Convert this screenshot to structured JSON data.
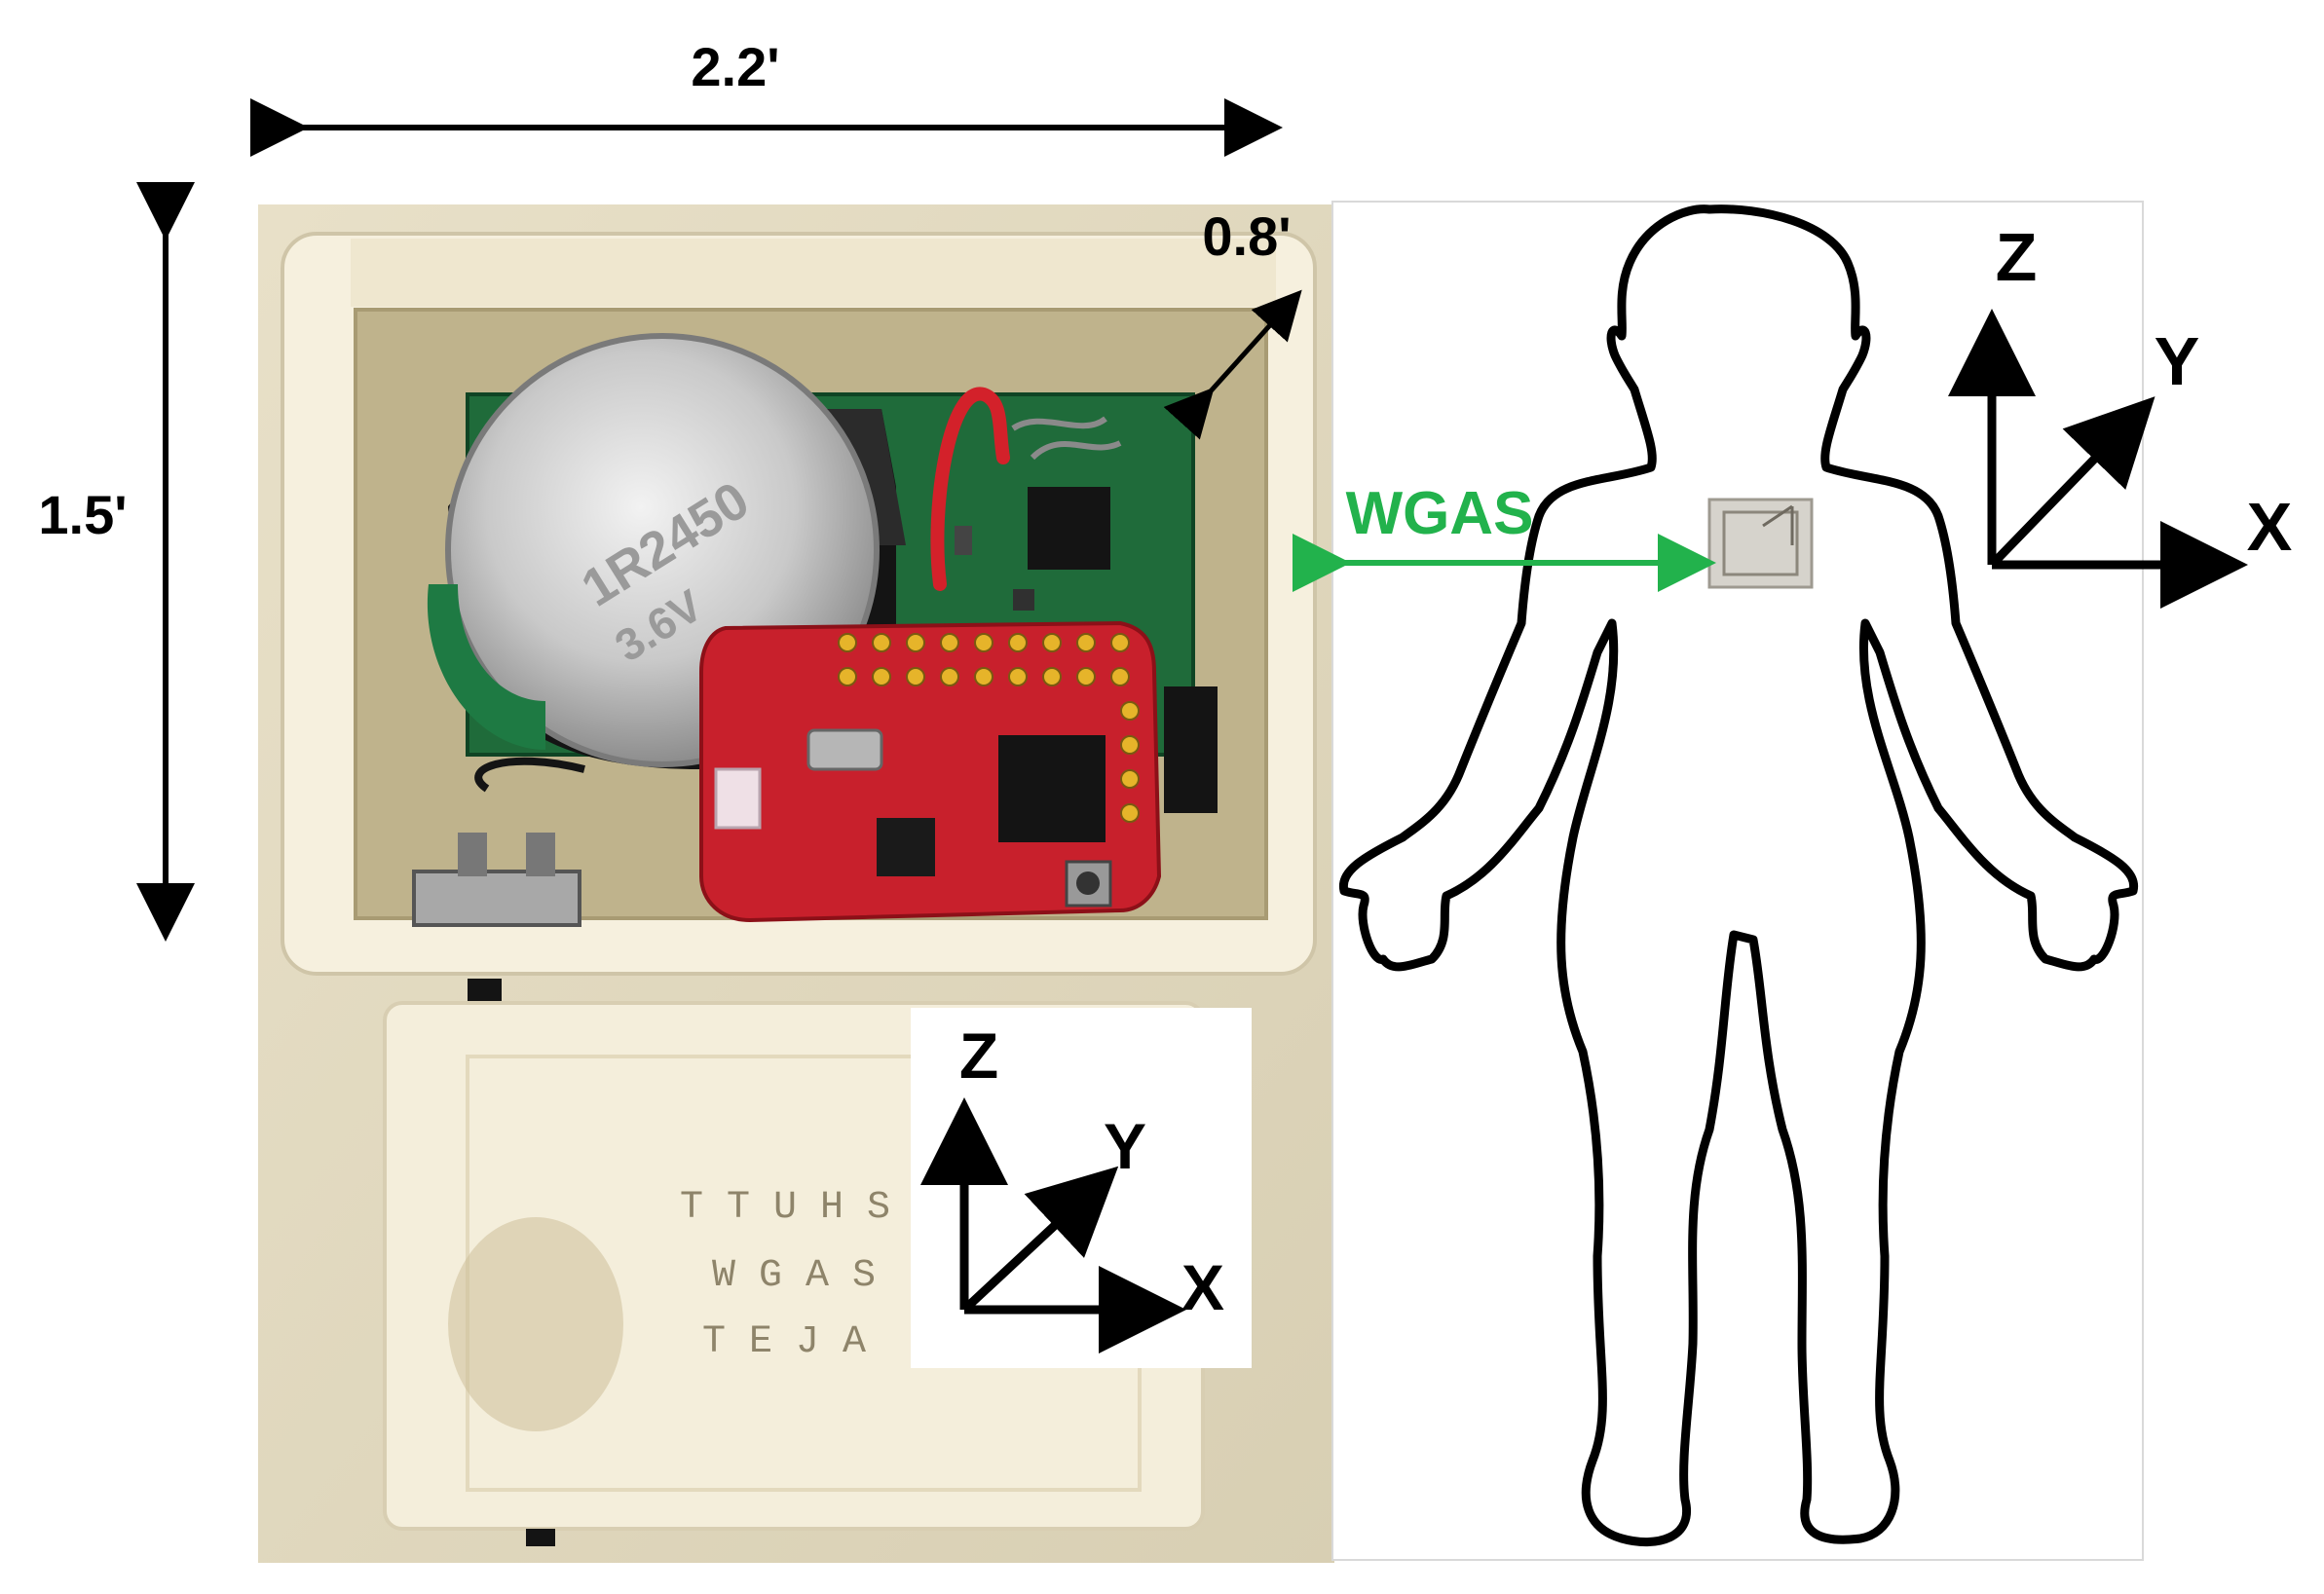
{
  "dimensions": {
    "width": "2.2'",
    "height": "1.5'",
    "depth": "0.8'"
  },
  "device_photo": {
    "battery_text_line1": "1R2450",
    "battery_text_line2": "3.6V",
    "lid_text_line1": "T T U H S C",
    "lid_text_line2": "W G A S",
    "lid_text_line3": "T E J A"
  },
  "device_axes": {
    "z": "Z",
    "y": "Y",
    "x": "X"
  },
  "body_axes": {
    "z": "Z",
    "y": "Y",
    "x": "X"
  },
  "sensor_label": "WGAS",
  "colors": {
    "sensor_arrow": "#22b24c",
    "pcb_green": "#1f6b3a",
    "pcb_red": "#c8202c",
    "enclosure": "#f3ecd9",
    "outline": "#000000"
  }
}
